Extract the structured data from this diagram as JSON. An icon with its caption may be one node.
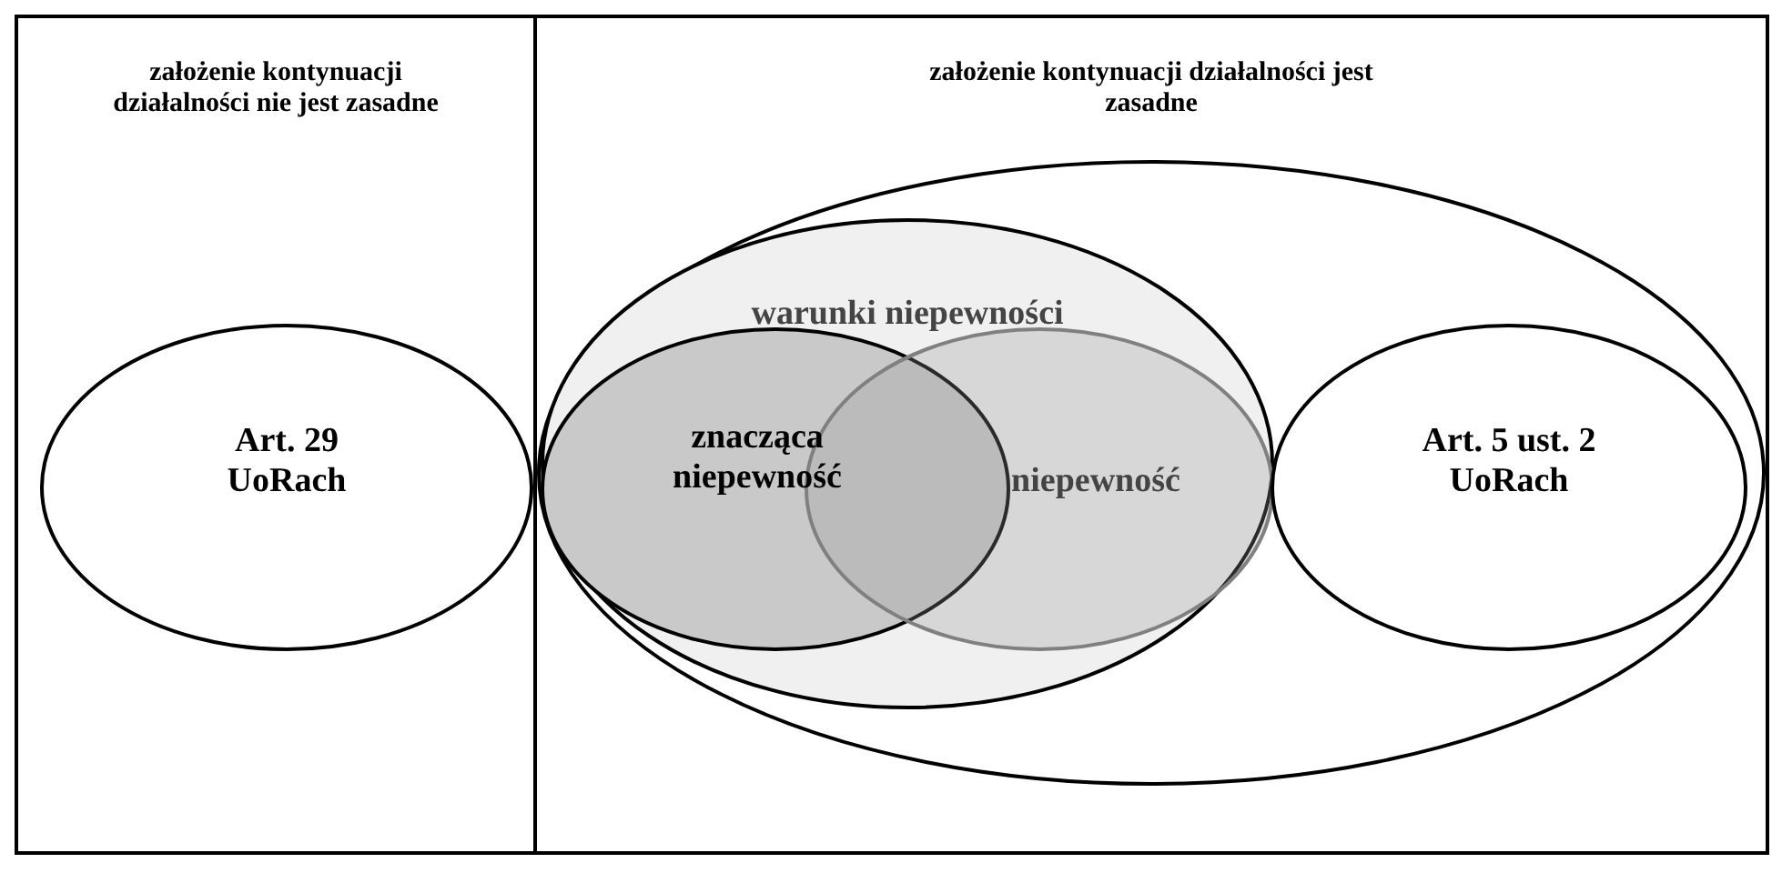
{
  "diagram": {
    "nodes": [
      {
        "text": [
          "założenie kontynuacji działalności nie jest zasadne"
        ]
      },
      {
        "text": [
          "założenie kontynuacji działalności jest zasadne"
        ]
      },
      {
        "text": [
          "Art. 29 UoRach"
        ],
        "in": 0
      },
      {
        "text": [],
        "shape": "ellipse",
        "in": 1
      },
      {
        "text": [
          "warunki niepewności"
        ],
        "in": 3
      },
      {
        "text": [
          "znacząca niepewność"
        ],
        "in": 4
      },
      {
        "text": [
          "niepewność"
        ],
        "in": 4
      },
      {
        "text": [
          "Art. 5 ust. 2 UoRach"
        ],
        "in": 3
      }
    ]
  }
}
